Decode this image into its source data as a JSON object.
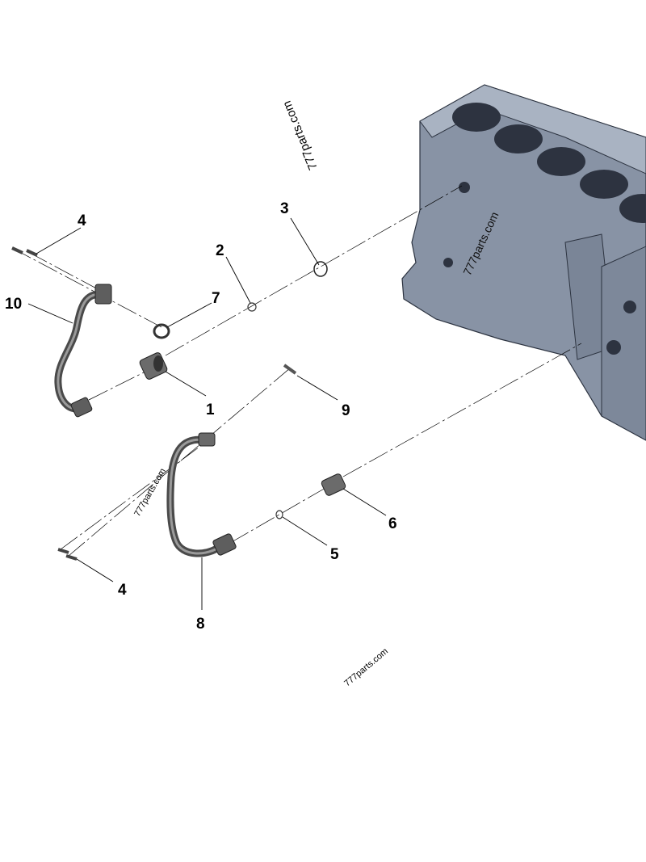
{
  "watermarks": [
    "777parts.com",
    "777parts.com",
    "777parts.com",
    "777parts.com"
  ],
  "callouts": [
    "1",
    "2",
    "3",
    "4",
    "4",
    "5",
    "6",
    "7",
    "8",
    "9",
    "10"
  ],
  "colors": {
    "engine_block": "#8c97a8",
    "tube": "#5a5a5a",
    "fitting": "#6b6b6b"
  }
}
